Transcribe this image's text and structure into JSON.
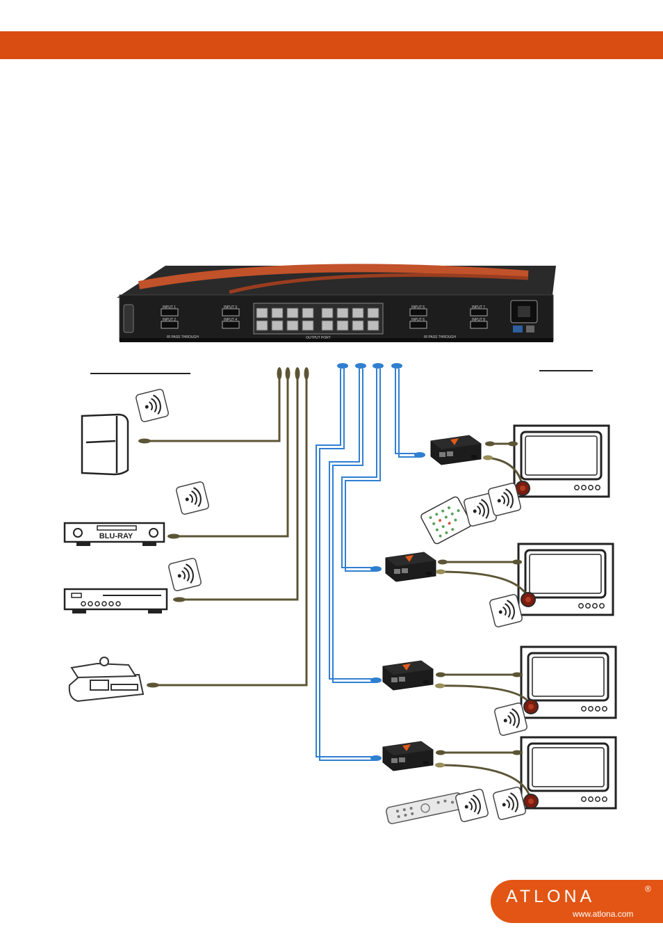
{
  "header": {
    "bar_color": "#d94c12"
  },
  "switcher": {
    "input_labels": [
      "INPUT 1",
      "INPUT 2",
      "INPUT 3",
      "INPUT 4",
      "INPUT 5",
      "INPUT 6",
      "INPUT 7",
      "INPUT 8"
    ],
    "output_port_label": "OUTPUT PORT",
    "ir_pass_through_label": "IR PASS THROUGH"
  },
  "sources": {
    "bluray_label": "BLU-RAY",
    "icons": [
      "game-console-icon",
      "blu-ray-player-icon",
      "dvd-recorder-icon",
      "camcorder-icon"
    ]
  },
  "cables": {
    "hdmi_color": "#5c5535",
    "cat5_color": "#2f7fd1"
  },
  "logo": {
    "brand": "ATLONA",
    "registered": "®",
    "url": "www.atlona.com",
    "color": "#e25514"
  }
}
